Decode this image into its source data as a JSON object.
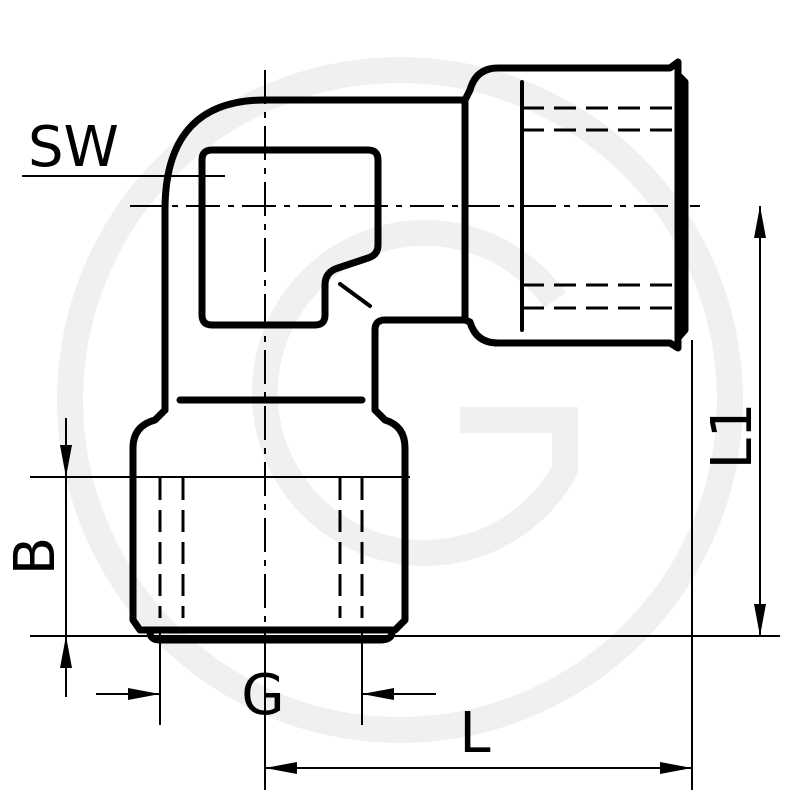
{
  "labels": {
    "sw": "SW",
    "b": "B",
    "g": "G",
    "l": "L",
    "l1": "L1"
  },
  "colors": {
    "ink": "#000000",
    "watermark": "#f0f0f0",
    "background": "#ffffff"
  }
}
